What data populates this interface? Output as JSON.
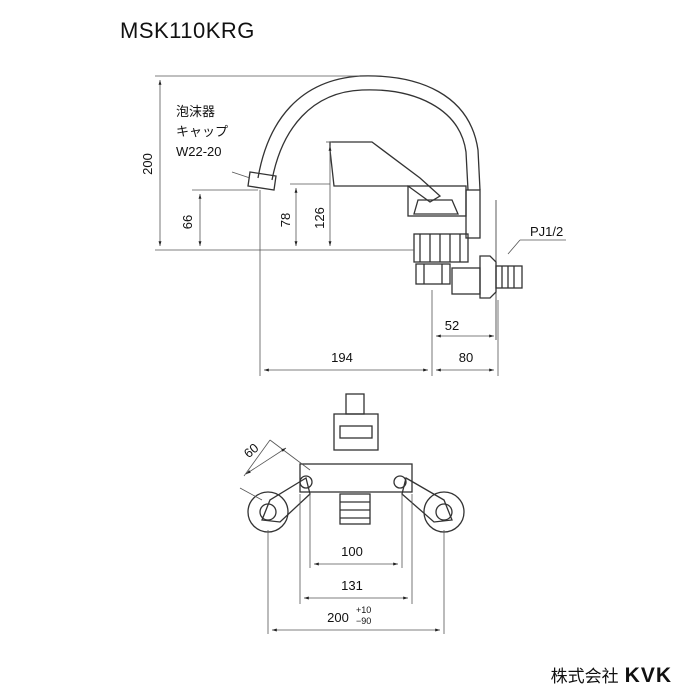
{
  "model": "MSK110KRG",
  "note": {
    "line1": "泡沫器",
    "line2": "キャップ",
    "line3": "W22-20"
  },
  "pipe_label": "PJ1/2",
  "dimensions": {
    "height_total": "200",
    "spout_height": "66",
    "body_height": "78",
    "lever_height": "126",
    "wall_offset": "52",
    "spout_reach": "194",
    "body_depth": "80",
    "swivel": "60",
    "inner_width": "100",
    "mid_width": "131",
    "total_width": "200",
    "tolerance_plus": "+10",
    "tolerance_minus": "−90"
  },
  "brand": {
    "company": "株式会社",
    "logo": "KVK"
  }
}
